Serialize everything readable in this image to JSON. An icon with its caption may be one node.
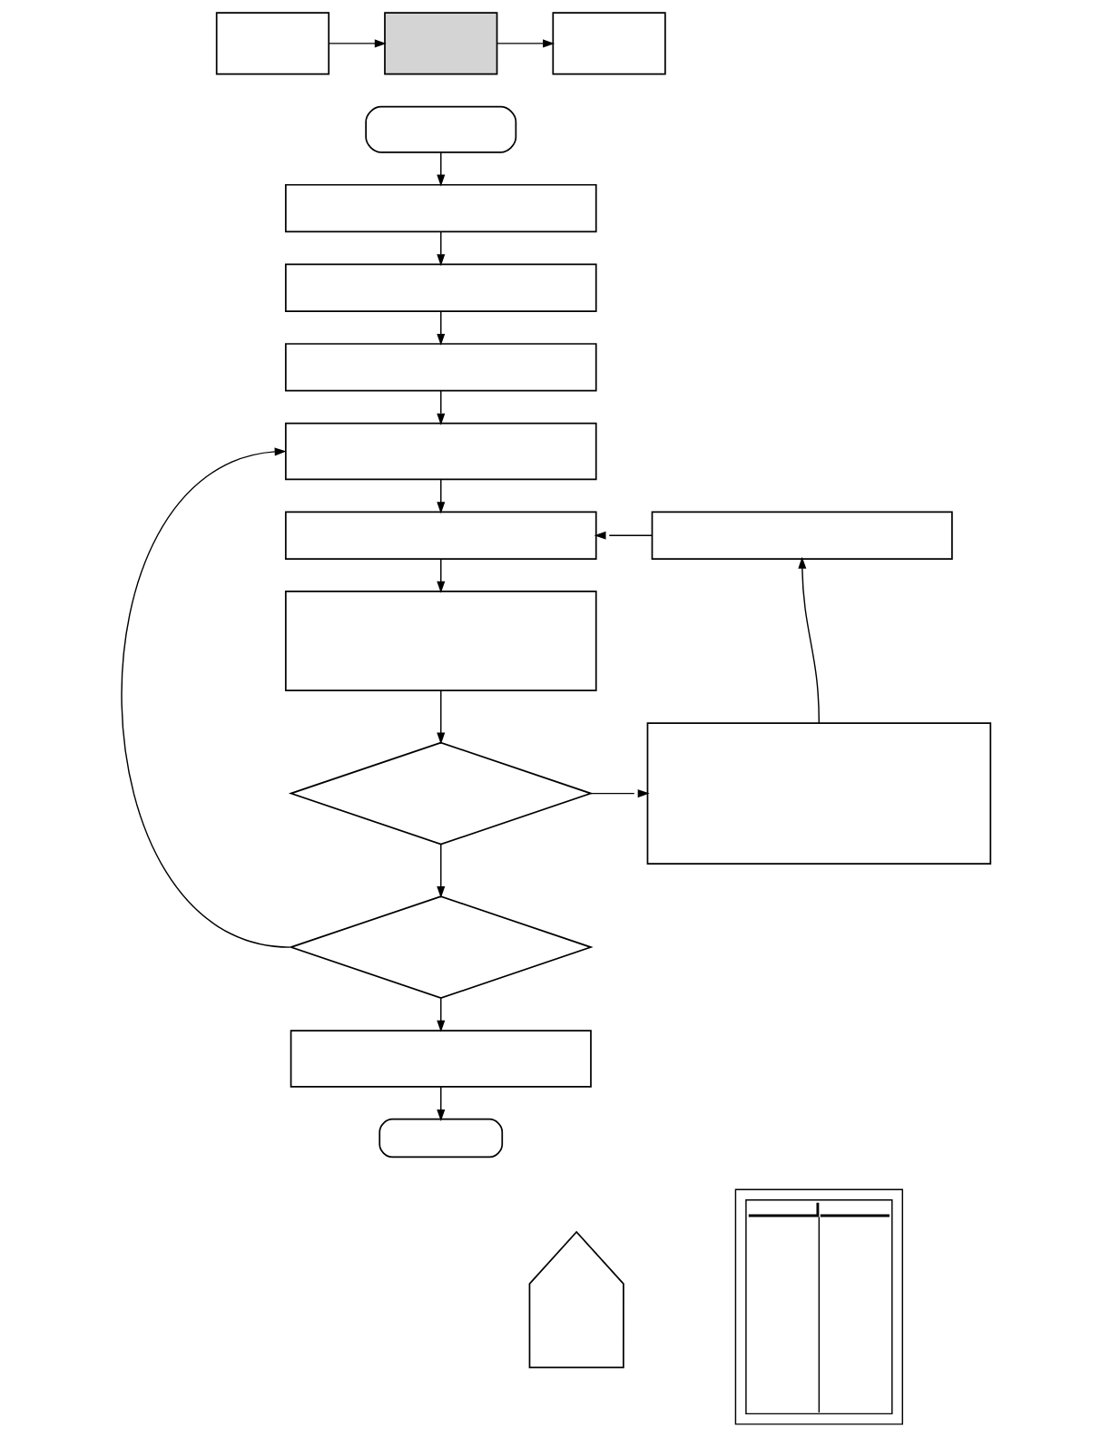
{
  "diagram": {
    "nodes": [
      {
        "text": [],
        "shape": "box"
      },
      {
        "text": [],
        "shape": "box"
      },
      {
        "text": [],
        "shape": "box"
      },
      {
        "text": [],
        "shape": "oval"
      },
      {
        "text": [],
        "shape": "box"
      },
      {
        "text": [],
        "shape": "box"
      },
      {
        "text": [],
        "shape": "box"
      },
      {
        "text": [],
        "shape": "box"
      },
      {
        "text": [],
        "shape": "box"
      },
      {
        "text": [],
        "shape": "box"
      },
      {
        "text": [],
        "shape": "box"
      },
      {
        "text": [],
        "shape": "diamond"
      },
      {
        "text": [],
        "shape": "box"
      },
      {
        "text": [],
        "shape": "diamond"
      },
      {
        "text": [],
        "shape": "box"
      },
      {
        "text": [],
        "shape": "oval"
      },
      {
        "text": [],
        "shape": "arrow"
      },
      {
        "text": [],
        "shape": "picture"
      }
    ],
    "edges": [
      {
        "from": 0,
        "to": 1,
        "arrow": "to"
      },
      {
        "from": 1,
        "to": 2,
        "arrow": "to"
      },
      {
        "from": 3,
        "to": 4,
        "arrow": "to"
      },
      {
        "from": 4,
        "to": 5,
        "arrow": "to"
      },
      {
        "from": 5,
        "to": 6,
        "arrow": "to"
      },
      {
        "from": 6,
        "to": 7,
        "arrow": "to"
      },
      {
        "from": 7,
        "to": 8,
        "arrow": "to"
      },
      {
        "from": 8,
        "to": 10,
        "arrow": "to"
      },
      {
        "from": 10,
        "to": 11,
        "arrow": "to"
      },
      {
        "from": 11,
        "to": 12,
        "arrow": "to"
      },
      {
        "from": 12,
        "to": 9,
        "arrow": "to"
      },
      {
        "from": 9,
        "to": 8,
        "arrow": "to"
      },
      {
        "from": 11,
        "to": 13,
        "arrow": "to"
      },
      {
        "from": 13,
        "to": 7,
        "arrow": "to"
      },
      {
        "from": 13,
        "to": 14,
        "arrow": "to"
      },
      {
        "from": 14,
        "to": 15,
        "arrow": "to"
      }
    ]
  }
}
